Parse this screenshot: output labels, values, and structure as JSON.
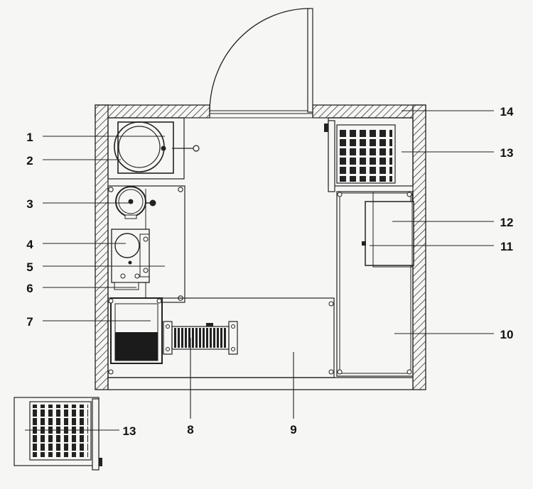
{
  "callouts": {
    "c1": "1",
    "c2": "2",
    "c3": "3",
    "c4": "4",
    "c5": "5",
    "c6": "6",
    "c7": "7",
    "c8": "8",
    "c9": "9",
    "c10": "10",
    "c11": "11",
    "c12": "12",
    "c13": "13",
    "c13b": "13",
    "c14": "14"
  }
}
